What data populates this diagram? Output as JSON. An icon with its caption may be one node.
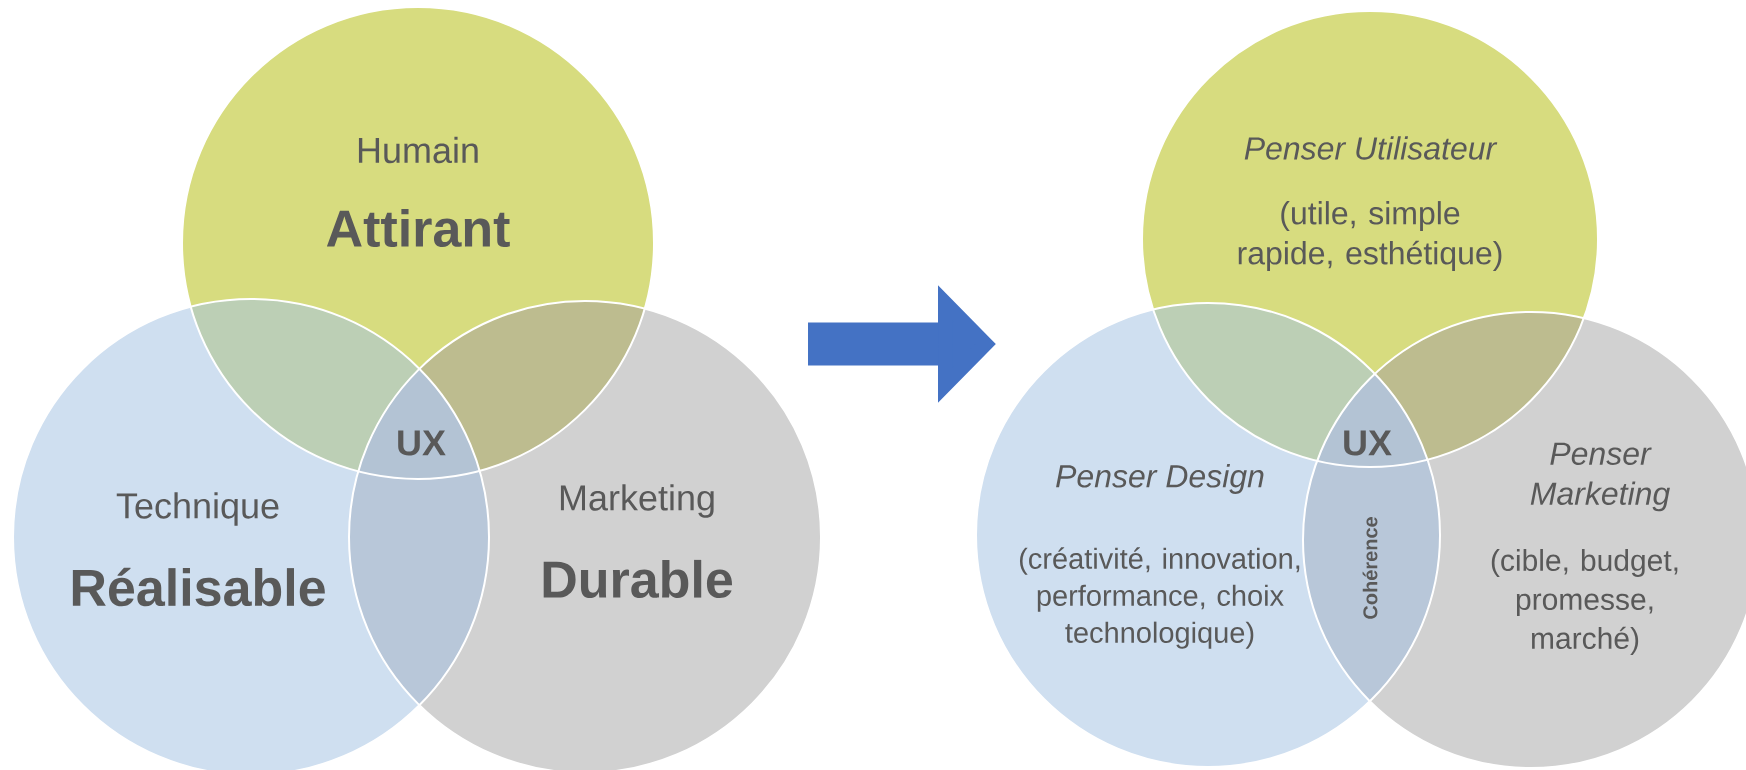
{
  "diagram": {
    "nodes": [
      {
        "text": [
          "Humain",
          "Attirant"
        ]
      },
      {
        "text": [
          "Technique",
          "Réalisable"
        ]
      },
      {
        "text": [
          "Marketing",
          "Durable"
        ]
      },
      {
        "text": [
          "Penser Utilisateur",
          "(utile, simple rapide, esthétique)"
        ]
      },
      {
        "text": [
          "Penser Design",
          "(créativité, innovation, performance, choix technologique)"
        ]
      },
      {
        "text": [
          "Penser Marketing",
          "(cible, budget, promesse, marché)"
        ]
      }
    ],
    "edges": [
      {
        "from": 2,
        "to": 4,
        "arrow": "to"
      }
    ],
    "labels": [
      "UX",
      "UX",
      "Cohérence"
    ]
  }
}
